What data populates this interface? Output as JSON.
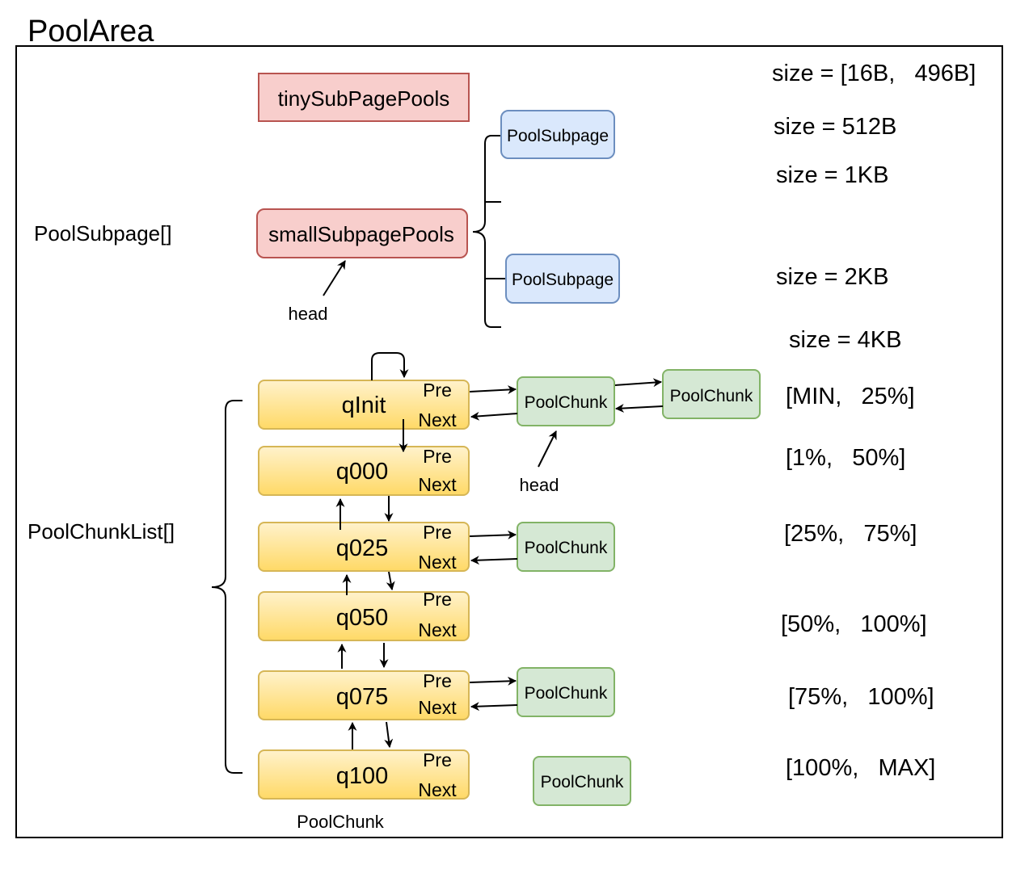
{
  "title": "PoolArea",
  "colors": {
    "red_fill": "#f8cecc",
    "red_stroke": "#b85450",
    "blue_fill": "#dae8fc",
    "blue_stroke": "#6c8ebf",
    "green_fill": "#d5e8d4",
    "green_stroke": "#82b366",
    "yellow_top": "#fff2cc",
    "yellow_bottom": "#ffd966",
    "yellow_stroke": "#d6b656"
  },
  "subpage": {
    "group_label": "PoolSubpage[]",
    "tiny_pools": "tinySubPagePools",
    "small_pools": "smallSubpagePools",
    "head": "head",
    "subpage_1": "PoolSubpage",
    "subpage_2": "PoolSubpage"
  },
  "sizes": [
    "size = [16B,   496B]",
    "size = 512B",
    "size = 1KB",
    "size = 2KB",
    "size = 4KB"
  ],
  "chunklist": {
    "group_label": "PoolChunkList[]",
    "pre": "Pre",
    "next": "Next",
    "lists": [
      "qInit",
      "q000",
      "q025",
      "q050",
      "q075",
      "q100"
    ],
    "ranges": [
      "[MIN,   25%]",
      "[1%,   50%]",
      "[25%,   75%]",
      "[50%,   100%]",
      "[75%,   100%]",
      "[100%,   MAX]"
    ],
    "head": "head",
    "footer": "PoolChunk"
  },
  "chunks": {
    "qinit_chunk_1": "PoolChunk",
    "qinit_chunk_2": "PoolChunk",
    "q025_chunk": "PoolChunk",
    "q075_chunk": "PoolChunk",
    "q100_chunk": "PoolChunk"
  }
}
